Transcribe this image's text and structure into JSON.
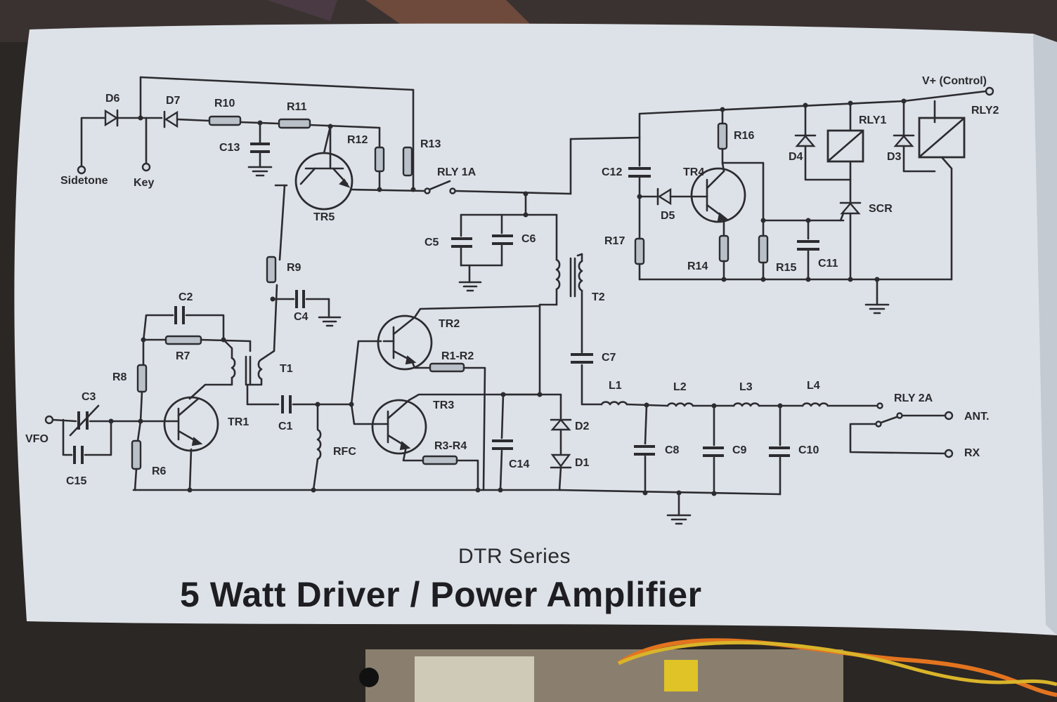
{
  "title": {
    "series": "DTR Series",
    "main": "5 Watt Driver / Power Amplifier"
  },
  "colors": {
    "paper": "#dde2e8",
    "ink": "#2c2c30",
    "background": "#2a2624",
    "wire_orange": "#e3741f",
    "wire_yellow": "#d9b42a"
  },
  "labels": {
    "d6": "D6",
    "d7": "D7",
    "r10": "R10",
    "r11": "R11",
    "c13": "C13",
    "r12": "R12",
    "r13": "R13",
    "tr5": "TR5",
    "sidetone": "Sidetone",
    "key": "Key",
    "rly1a": "RLY 1A",
    "r9": "R9",
    "c4": "C4",
    "c5": "C5",
    "c6": "C6",
    "t2": "T2",
    "c2": "C2",
    "r7": "R7",
    "r8": "R8",
    "t1": "T1",
    "c3": "C3",
    "vfo": "VFO",
    "tr1": "TR1",
    "c1": "C1",
    "c15": "C15",
    "r6": "R6",
    "rfc": "RFC",
    "tr2": "TR2",
    "r1r2": "R1-R2",
    "tr3": "TR3",
    "r3r4": "R3-R4",
    "c14": "C14",
    "d2": "D2",
    "d1": "D1",
    "c7": "C7",
    "l1": "L1",
    "l2": "L2",
    "l3": "L3",
    "l4": "L4",
    "c8": "C8",
    "c9": "C9",
    "c10": "C10",
    "rly2a": "RLY 2A",
    "ant": "ANT.",
    "rx": "RX",
    "vplus": "V+ (Control)",
    "rly1": "RLY1",
    "rly2": "RLY2",
    "r16": "R16",
    "c12": "C12",
    "tr4": "TR4",
    "d4": "D4",
    "d3": "D3",
    "d5": "D5",
    "scr": "SCR",
    "r17": "R17",
    "r14": "R14",
    "r15": "R15",
    "c11": "C11"
  }
}
